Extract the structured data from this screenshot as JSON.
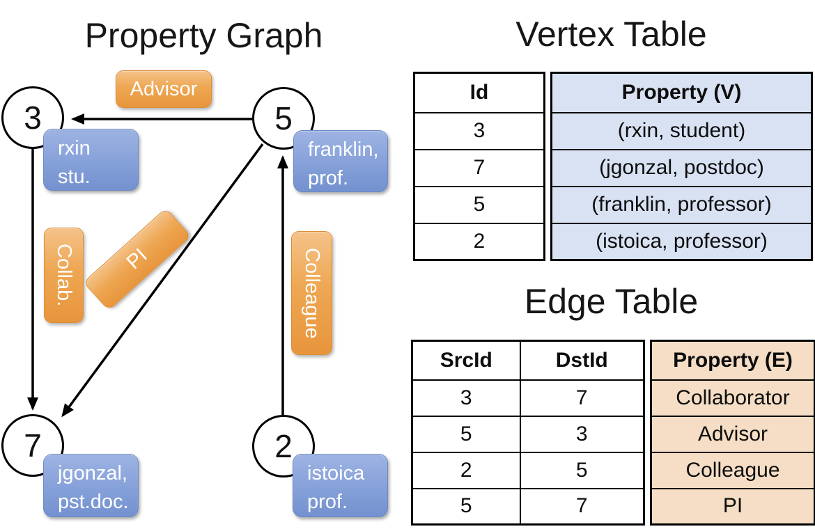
{
  "graph": {
    "title": "Property Graph",
    "nodes": [
      {
        "id": "3"
      },
      {
        "id": "5"
      },
      {
        "id": "7"
      },
      {
        "id": "2"
      }
    ],
    "vertex_labels": [
      {
        "line1": "rxin",
        "line2": "stu."
      },
      {
        "line1": "franklin,",
        "line2": "prof."
      },
      {
        "line1": "jgonzal,",
        "line2": "pst.doc."
      },
      {
        "line1": "istoica",
        "line2": "prof."
      }
    ],
    "edge_labels": [
      {
        "label": "Advisor"
      },
      {
        "label": "Collab."
      },
      {
        "label": "PI"
      },
      {
        "label": "Colleague"
      }
    ]
  },
  "vertex_table": {
    "title": "Vertex Table",
    "columns": [
      "Id",
      "Property (V)"
    ],
    "rows": [
      [
        "3",
        "(rxin, student)"
      ],
      [
        "7",
        "(jgonzal, postdoc)"
      ],
      [
        "5",
        "(franklin, professor)"
      ],
      [
        "2",
        "(istoica, professor)"
      ]
    ]
  },
  "edge_table": {
    "title": "Edge Table",
    "columns": [
      "SrcId",
      "DstId",
      "Property (E)"
    ],
    "rows": [
      [
        "3",
        "7",
        "Collaborator"
      ],
      [
        "5",
        "3",
        "Advisor"
      ],
      [
        "2",
        "5",
        "Colleague"
      ],
      [
        "5",
        "7",
        "PI"
      ]
    ]
  },
  "colors": {
    "edge_label_orange": "#ED9D49",
    "vertex_label_blue": "#839FD8",
    "vertex_cell_blue": "#D9E2F3",
    "edge_cell_tan": "#F5DEC5",
    "line_black": "#000000"
  }
}
